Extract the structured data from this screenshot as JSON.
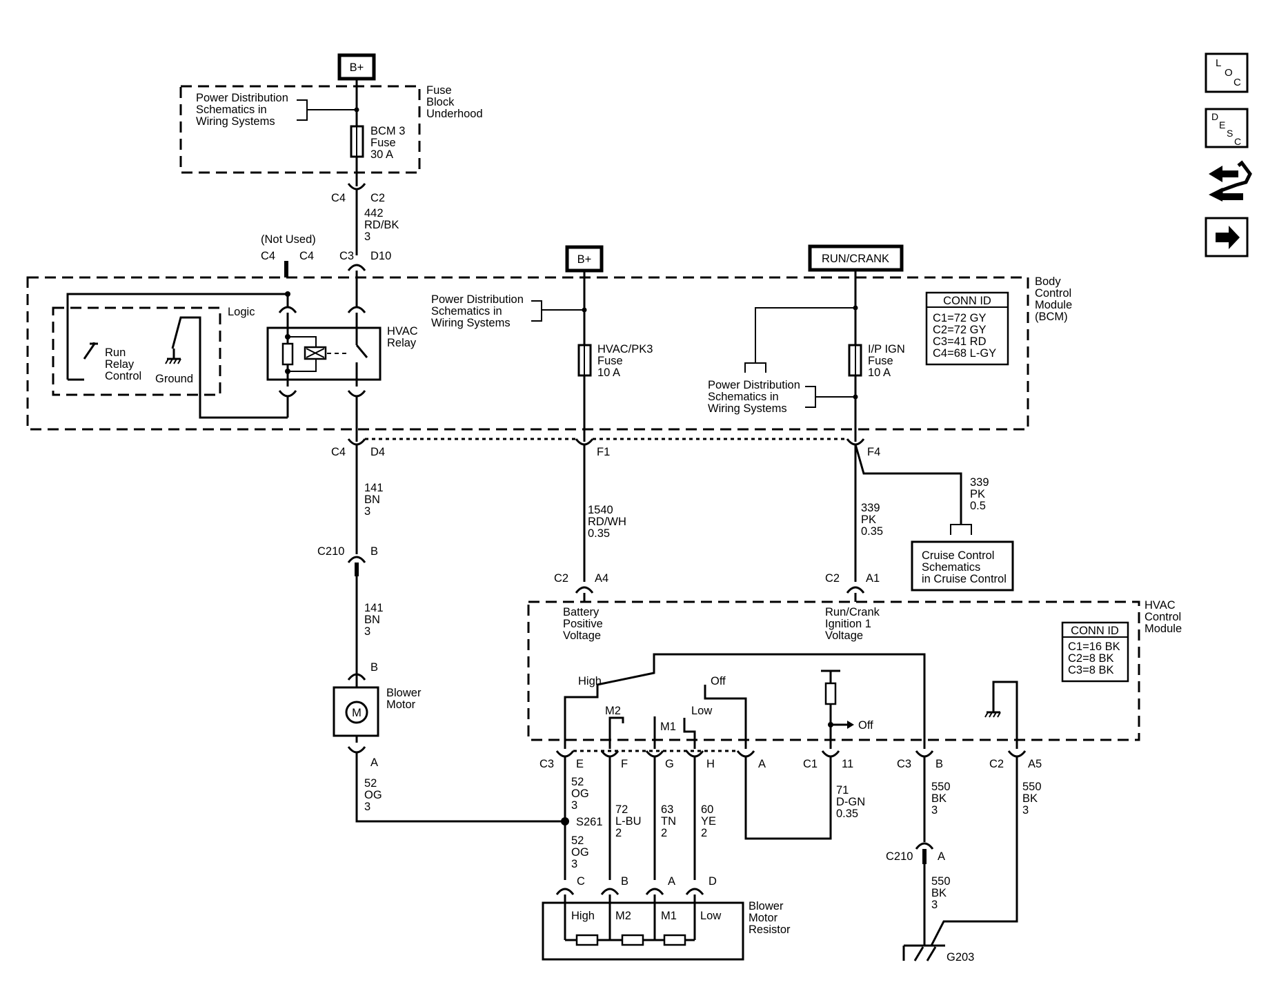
{
  "power": {
    "bplus_top": "B+",
    "bplus_mid": "B+",
    "run_crank": "RUN/CRANK"
  },
  "fuse_block": {
    "title": [
      "Fuse",
      "Block",
      "Underhood"
    ],
    "pds": [
      "Power Distribution",
      "Schematics in",
      "Wiring Systems"
    ],
    "fuse": [
      "BCM 3",
      "Fuse",
      "30 A"
    ]
  },
  "wire_442": {
    "top_left": "C4",
    "top_right": "C2",
    "lines": [
      "442",
      "RD/BK",
      "3"
    ],
    "bot_left": "C3",
    "bot_right": "D10"
  },
  "not_used": {
    "label": "(Not Used)",
    "left": "C4",
    "right": "C4"
  },
  "bcm": {
    "title": [
      "Body",
      "Control",
      "Module",
      "(BCM)"
    ],
    "logic": "Logic",
    "run_relay": [
      "Run",
      "Relay",
      "Control"
    ],
    "ground": "Ground",
    "hvac_relay": [
      "HVAC",
      "Relay"
    ],
    "pds_mid": [
      "Power Distribution",
      "Schematics in",
      "Wiring Systems"
    ],
    "fuse_hvac": [
      "HVAC/PK3",
      "Fuse",
      "10 A"
    ],
    "pds_right": [
      "Power Distribution",
      "Schematics in",
      "Wiring Systems"
    ],
    "fuse_ip": [
      "I/P IGN",
      "Fuse",
      "10 A"
    ],
    "conn_id_title": "CONN ID",
    "conn_ids": [
      "C1=72 GY",
      "C2=72 GY",
      "C3=41 RD",
      "C4=68 L-GY"
    ]
  },
  "conn_bcm_out": {
    "c4": "C4",
    "d4": "D4",
    "f1": "F1",
    "f4": "F4"
  },
  "wire_141a": [
    "141",
    "BN",
    "3"
  ],
  "c210_top": {
    "left": "C210",
    "right": "B"
  },
  "wire_141b": [
    "141",
    "BN",
    "3"
  ],
  "blower": {
    "pin_b": "B",
    "label": [
      "Blower",
      "Motor"
    ],
    "symbol": "M",
    "pin_a": "A"
  },
  "wire_52a": [
    "52",
    "OG",
    "3"
  ],
  "splice": "S261",
  "wire_52b": [
    "52",
    "OG",
    "3"
  ],
  "wire_1540": [
    "1540",
    "RD/WH",
    "0.35"
  ],
  "wire_339a": [
    "339",
    "PK",
    "0.35"
  ],
  "wire_339b": [
    "339",
    "PK",
    "0.5"
  ],
  "cruise": [
    "Cruise Control",
    "Schematics",
    "in Cruise Control"
  ],
  "hvac_conn_top": {
    "c2a": "C2",
    "a4": "A4",
    "c2b": "C2",
    "a1": "A1"
  },
  "hvac": {
    "title": [
      "HVAC",
      "Control",
      "Module"
    ],
    "battery": [
      "Battery",
      "Positive",
      "Voltage"
    ],
    "run_crank": [
      "Run/Crank",
      "Ignition 1",
      "Voltage"
    ],
    "high": "High",
    "m2": "M2",
    "m1": "M1",
    "low": "Low",
    "off1": "Off",
    "off2": "Off",
    "conn_id_title": "CONN ID",
    "conn_ids": [
      "C1=16 BK",
      "C2=8 BK",
      "C3=8 BK"
    ]
  },
  "hvac_pins": {
    "c3": "C3",
    "e": "E",
    "f": "F",
    "g": "G",
    "h": "H",
    "a": "A",
    "c1": "C1",
    "p11": "11",
    "c3b": "C3",
    "b": "B",
    "c2": "C2",
    "a5": "A5"
  },
  "wire_72": [
    "72",
    "L-BU",
    "2"
  ],
  "wire_63": [
    "63",
    "TN",
    "2"
  ],
  "wire_60": [
    "60",
    "YE",
    "2"
  ],
  "wire_71": [
    "71",
    "D-GN",
    "0.35"
  ],
  "wire_550a": [
    "550",
    "BK",
    "3"
  ],
  "wire_550c": [
    "550",
    "BK",
    "3"
  ],
  "c210_bot": {
    "left": "C210",
    "right": "A"
  },
  "wire_550b": [
    "550",
    "BK",
    "3"
  ],
  "ground_id": "G203",
  "resistor_pins": {
    "c": "C",
    "b": "B",
    "a": "A",
    "d": "D"
  },
  "resistor": {
    "high": "High",
    "m2": "M2",
    "m1": "M1",
    "low": "Low",
    "label": [
      "Blower",
      "Motor",
      "Resistor"
    ]
  },
  "sidebar": {
    "loc": "LOC",
    "desc": "DESC",
    "connector": "connector-icon",
    "next": "next-arrow-icon"
  }
}
